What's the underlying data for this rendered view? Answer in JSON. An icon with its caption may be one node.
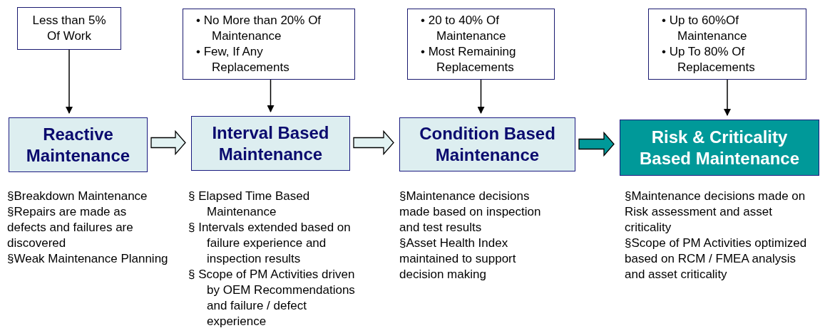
{
  "diagram": {
    "nodes": [
      {
        "text": [
          "Less than 5% Of Work"
        ]
      },
      {
        "text": [
          "• No More than 20% Of Maintenance",
          "• Few, If Any Replacements"
        ]
      },
      {
        "text": [
          "• 20 to 40% Of Maintenance",
          "• Most Remaining Replacements"
        ]
      },
      {
        "text": [
          "• Up to 60%Of Maintenance",
          "• Up To 80% Of Replacements"
        ]
      },
      {
        "text": [
          "Reactive Maintenance"
        ],
        "beside": [
          "§Breakdown Maintenance",
          "§Repairs are made as defects and failures are discovered",
          "§Weak Maintenance Planning"
        ]
      },
      {
        "text": [
          "Interval Based Maintenance"
        ],
        "beside": [
          "§ Elapsed Time Based Maintenance",
          "§ Intervals extended based on failure experience and inspection results",
          "§ Scope of PM Activities driven by OEM Recommendations and failure / defect  experience"
        ]
      },
      {
        "text": [
          "Condition Based Maintenance"
        ],
        "beside": [
          "§Maintenance decisions made based on inspection and test results",
          "§Asset Health Index maintained to support decision making"
        ]
      },
      {
        "text": [
          "Risk & Criticality Based Maintenance"
        ],
        "beside": [
          "§Maintenance decisions made on Risk assessment and asset criticality",
          "§Scope of PM Activities optimized based on RCM / FMEA analysis and asset criticality"
        ]
      }
    ],
    "edges": [
      {
        "from": 0,
        "to": 4,
        "arrow": "to"
      },
      {
        "from": 1,
        "to": 5,
        "arrow": "to"
      },
      {
        "from": 2,
        "to": 6,
        "arrow": "to"
      },
      {
        "from": 3,
        "to": 7,
        "arrow": "to"
      },
      {
        "from": 4,
        "to": 5,
        "arrow": "to",
        "style": "thick",
        "color": "#e2f2f2"
      },
      {
        "from": 5,
        "to": 6,
        "arrow": "to",
        "style": "thick",
        "color": "#e2f2f2"
      },
      {
        "from": 6,
        "to": 7,
        "arrow": "to",
        "style": "thick",
        "color": "#009999"
      }
    ]
  }
}
